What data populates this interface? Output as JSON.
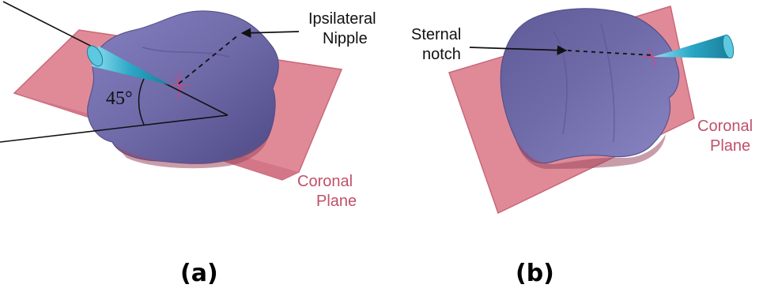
{
  "panel_a": {
    "angle_label": "45°",
    "nipple_label_line1": "Ipsilateral",
    "nipple_label_line2": "Nipple",
    "plane_label_line1": "Coronal",
    "plane_label_line2": "Plane",
    "caption": "(a)"
  },
  "panel_b": {
    "notch_label_line1": "Sternal",
    "notch_label_line2": "notch",
    "plane_label_line1": "Coronal",
    "plane_label_line2": "Plane",
    "caption": "(b)"
  },
  "colors": {
    "plane_fill": "#e08a98",
    "plane_edge": "#c9687a",
    "body_fill": "#6f6aa8",
    "body_shadow": "#4e4a86",
    "cone_fill": "#2aa6c6",
    "plane_text": "#c0506a"
  }
}
